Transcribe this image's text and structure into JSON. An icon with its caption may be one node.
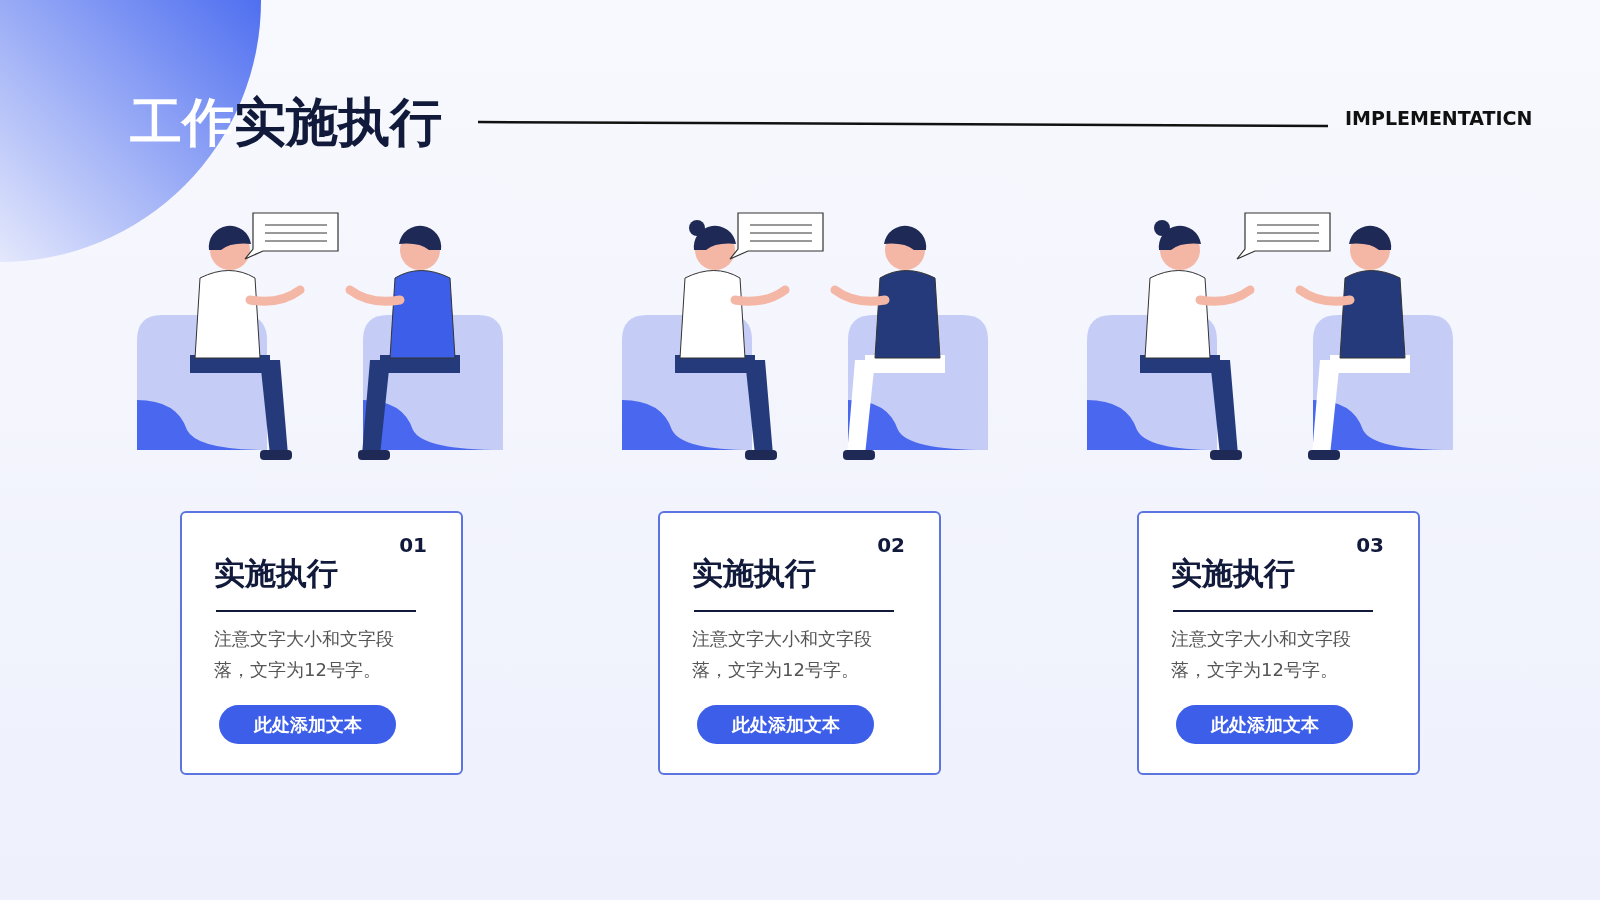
{
  "diagram": {
    "title": "工作实施执行",
    "nodes": [
      {
        "text": [
          "01",
          "实施执行",
          "注意文字大小和文字段落，文字为12号字。"
        ]
      },
      {
        "text": [
          "此处添加文本"
        ],
        "in": 0
      },
      {
        "text": [
          "02",
          "实施执行",
          "注意文字大小和文字段落，文字为12号字。"
        ]
      },
      {
        "text": [
          "此处添加文本"
        ],
        "in": 2
      },
      {
        "text": [
          "03",
          "实施执行",
          "注意文字大小和文字段落，文字为12号字。"
        ]
      },
      {
        "text": [
          "此处添加文本"
        ],
        "in": 4
      }
    ],
    "labels": [
      "IMPLEMENTATICN"
    ]
  }
}
